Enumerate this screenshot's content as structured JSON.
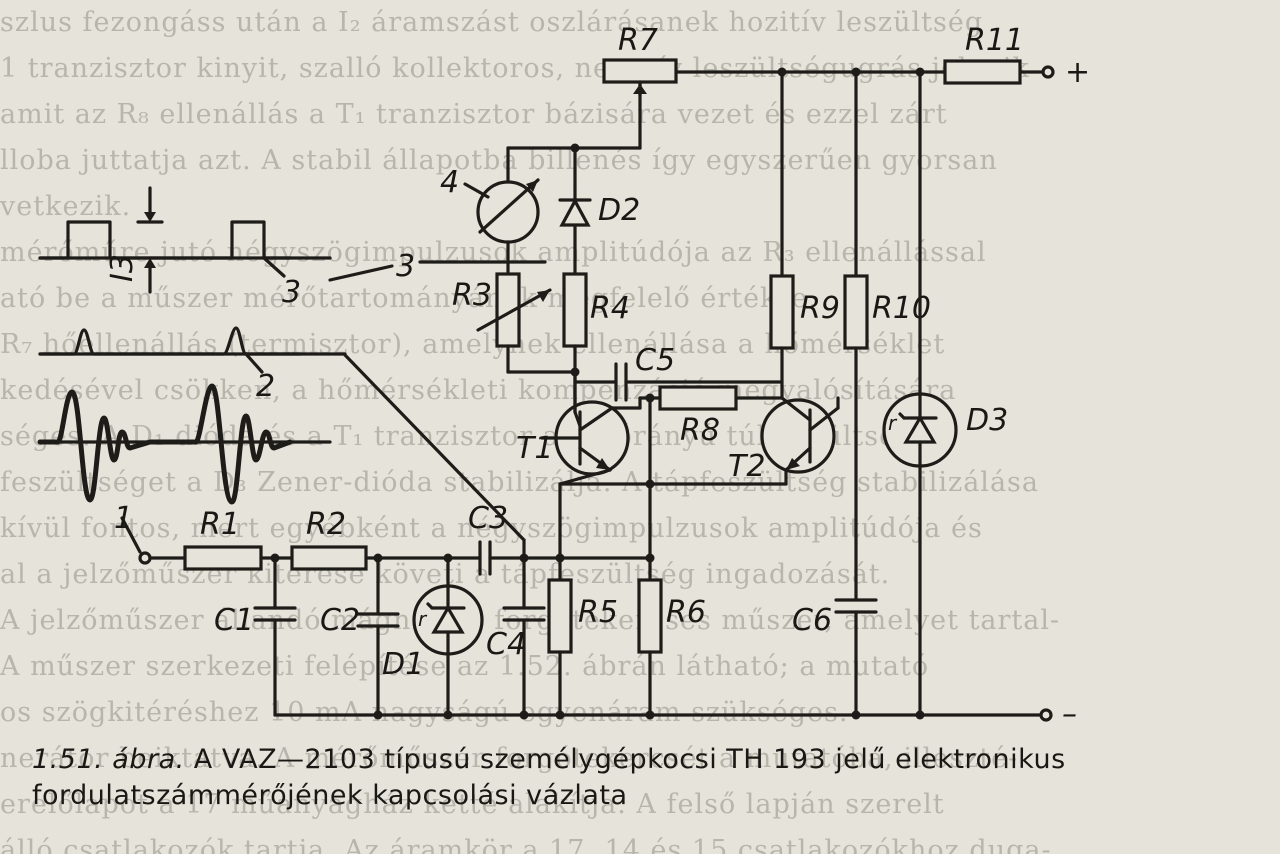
{
  "caption": {
    "number": "1.51. ábra.",
    "text": "A VAZ—2103 típusú személygépkocsi TH 193 jelű elektronikus fordulatszámmérőjének kapcsolási vázlata"
  },
  "background_text": [
    "szlus fezongáss után a I₂ áramszást oszlárásanek hozitív leszültség",
    "1 tranzisztor kinyit, szalló kollektoros, negatív leszültségugrás jelenik",
    "amit az R₈ ellenállás a T₁ tranzisztor bázisára vezet és ezzel zárt",
    "lloba juttatja azt. A stabil állapotba billenés így egyszerűen gyorsan",
    "vetkezik.",
    "mérőműre jutó négyszögimpulzusok amplitúdója az R₃ ellenállással",
    "ató be a műszer mérőtartományának megfelelő értékre.",
    "R₇ hőellenállás (termisztor), amelynek ellenállása a hőmérséklet",
    "kedésével csökken, a hőmérsékleti kompenzáció megvalósítására",
    "séges. A D₁ dióda és a T₁ tranzisztor a zárórányú túlfeszültségtől",
    "feszültséget a D₃ Zener-dióda stabilizálja. A tápfeszültség stabilizálása",
    "kívül fontos, mert egyébként a négyszögimpulzusok amplitúdója és",
    "al a jelzőműszer kitérése követi a tápfeszültség ingadozását.",
    "A jelzőműszer állandó mágneses, forgótekercses műszer, amelyet tartal-",
    "A műszer szerkezeti felépítése az 1.52. ábrán látható; a mutató",
    "os szögkitéréshez 10 mA nagyságú egyenáram szükséges.",
    "nerátor beiktatva. A mérőműszer forgótekercsét a mutatóba, illeszté-",
    "erelőlapot a 17 műanyagház ketté alakítja. A felső lapján szerelt",
    "álló csatlakozók tartja. Az áramkör a 17. 14 és 15 csatlakozókhoz duga-"
  ],
  "labels": {
    "r1": "R1",
    "r2": "R2",
    "r3": "R3",
    "r4": "R4",
    "r5": "R5",
    "r6": "R6",
    "r7": "R7",
    "r8": "R8",
    "r9": "R9",
    "r10": "R10",
    "r11": "R11",
    "c1": "C1",
    "c2": "C2",
    "c3": "C3",
    "c4": "C4",
    "c5": "C5",
    "c6": "C6",
    "d1": "D1",
    "d2": "D2",
    "d3": "D3",
    "t1": "T1",
    "t2": "T2",
    "i3": "I3",
    "plus": "+",
    "minus": "–",
    "callout1": "1",
    "callout2": "2",
    "callout3a": "3",
    "callout3b": "3",
    "callout4": "4",
    "zener_gamma_1": "r",
    "zener_gamma_3": "r"
  },
  "colors": {
    "paper": "#e6e3da",
    "ink": "#1e1c18"
  }
}
